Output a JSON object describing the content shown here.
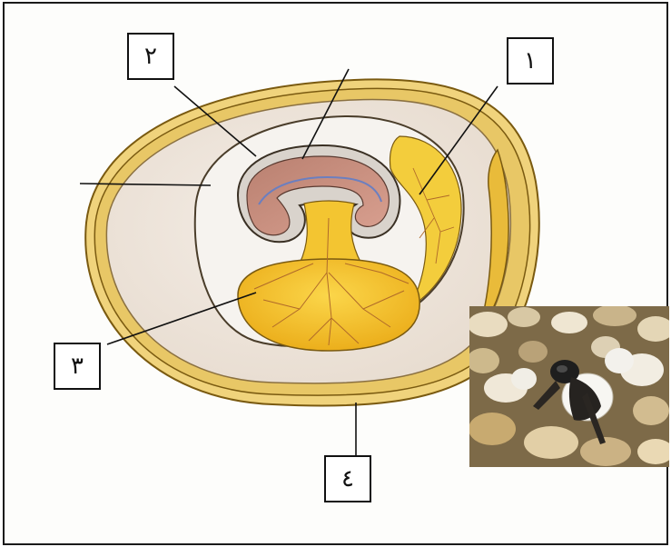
{
  "labels": {
    "one": "١",
    "two": "٢",
    "three": "٣",
    "four": "٤"
  },
  "colors": {
    "shell": "#e8c66a",
    "yolk": "#f1c12a",
    "embryo": "#c98a74",
    "albumen": "#ece4dc"
  }
}
